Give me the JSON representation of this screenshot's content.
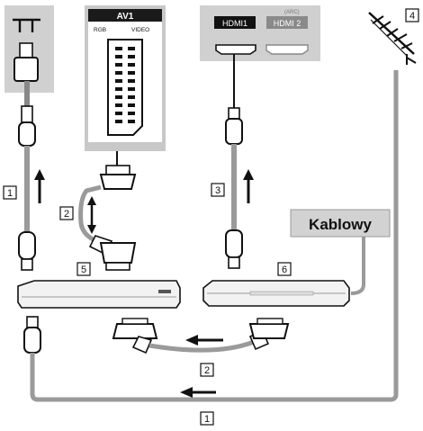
{
  "panels": {
    "av1": {
      "title": "AV1",
      "sub_rgb": "RGB",
      "sub_video": "VIDEO"
    },
    "hdmi": {
      "hdmi1": "HDMI1",
      "hdmi2": "HDMI 2",
      "arc": "(ARC)"
    }
  },
  "cable_box": {
    "label": "Kablowy"
  },
  "numbers": {
    "antenna_cable_top": "1",
    "scart_top": "2",
    "hdmi_cable": "3",
    "antenna": "4",
    "recorder": "5",
    "cable_box": "6",
    "scart_bottom": "2",
    "antenna_cable_bottom": "1"
  },
  "icons": {
    "antenna_socket": "antenna-socket-icon",
    "scart_socket": "scart-socket-icon",
    "hdmi_socket": "hdmi-socket-icon",
    "aerial": "aerial-antenna-icon",
    "arrow": "arrow-icon"
  },
  "colors": {
    "panel_gray": "#c8c8c8",
    "cable_gray": "#9a9a9a",
    "cable_box_fill": "#d2d2d2"
  }
}
